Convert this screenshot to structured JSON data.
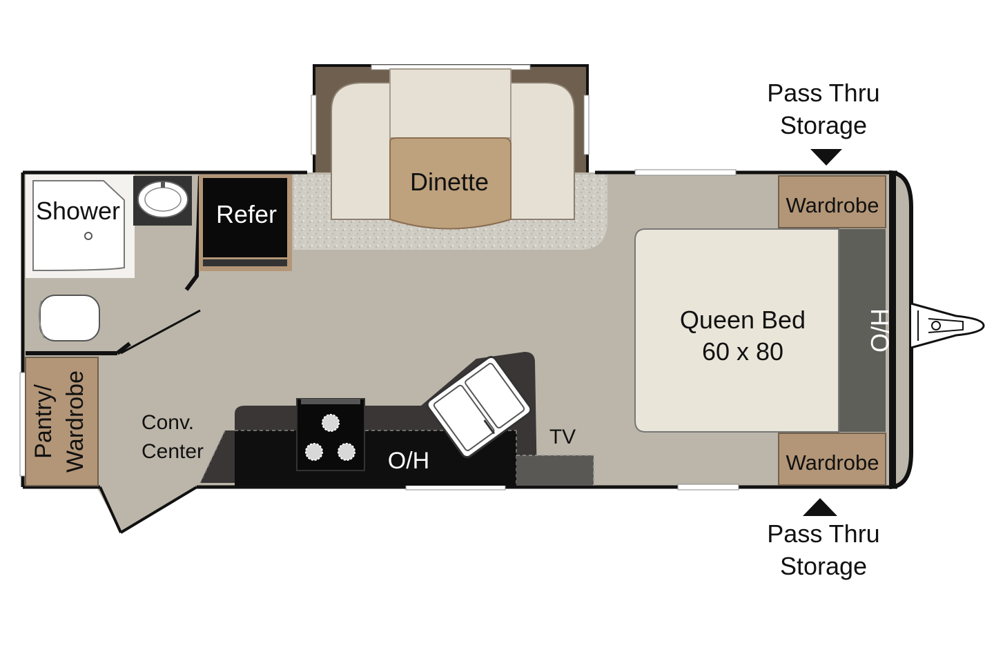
{
  "labels": {
    "shower": "Shower",
    "refer": "Refer",
    "dinette": "Dinette",
    "wardrobe_top": "Wardrobe",
    "wardrobe_bottom": "Wardrobe",
    "bed_line1": "Queen Bed",
    "bed_line2": "60 x 80",
    "ho": "H/O",
    "pantry_line1": "Pantry/",
    "pantry_line2": "Wardrobe",
    "conv_line1": "Conv.",
    "conv_line2": "Center",
    "kitchen_oh": "O/H",
    "tv": "TV",
    "pass_top_line1": "Pass Thru",
    "pass_top_line2": "Storage",
    "pass_bottom_line1": "Pass Thru",
    "pass_bottom_line2": "Storage"
  },
  "colors": {
    "floor": "#bcb6aa",
    "wall": "#111111",
    "wardrobe": "#b39677",
    "bed": "#e9e5d9",
    "cushion": "#e5e0d3",
    "dinette_table": "#bea17d",
    "counter": "#3a3635",
    "carpet": "#d2cfc6",
    "overhead": "#5f5f5a",
    "slide_frame": "#6f5f4e"
  }
}
